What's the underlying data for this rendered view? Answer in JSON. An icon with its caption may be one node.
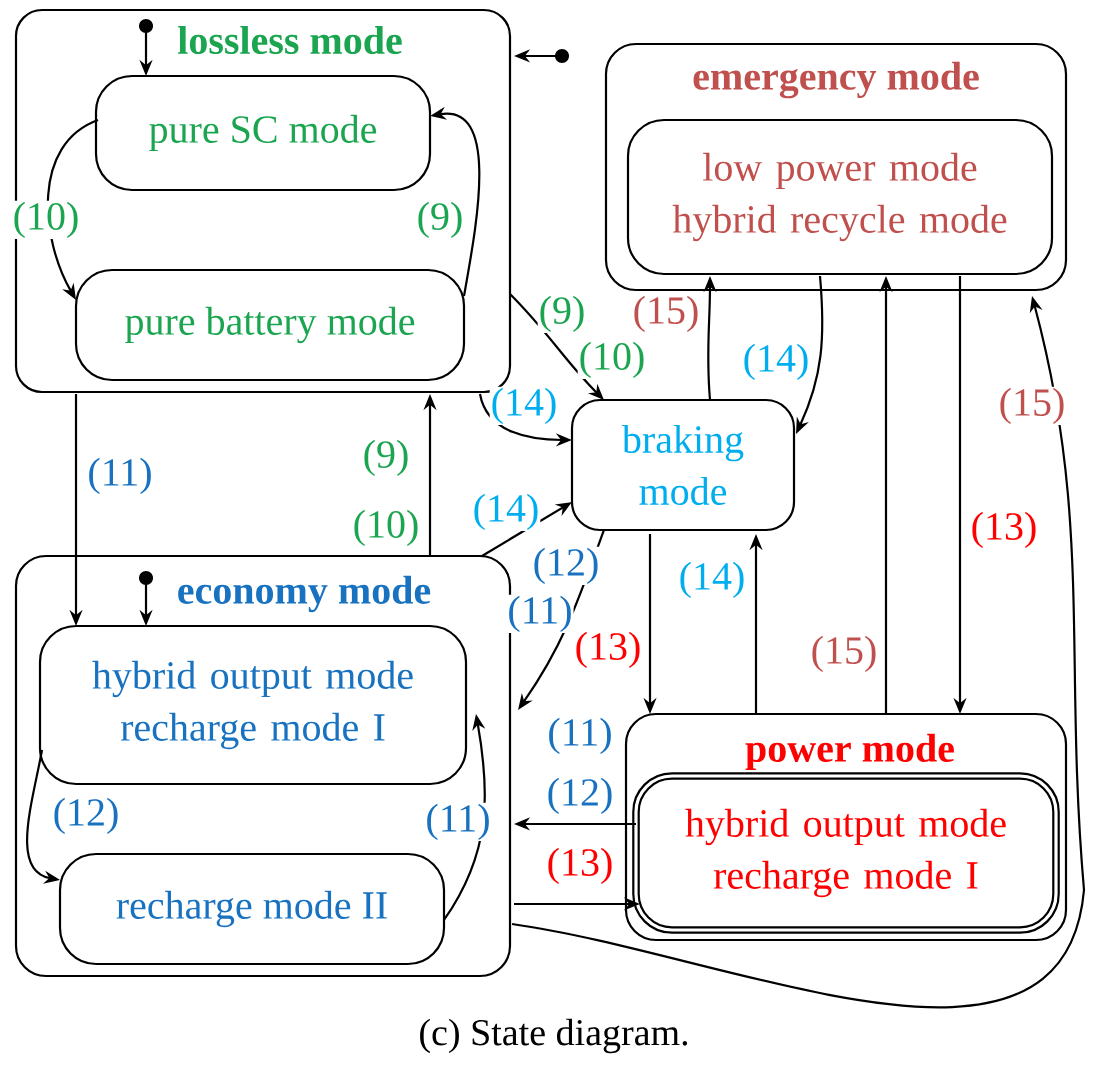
{
  "diagram": {
    "caption": "(c) State diagram.",
    "nodes": [
      {
        "text": [
          "lossless mode"
        ]
      },
      {
        "text": [
          "pure SC mode"
        ],
        "in": 0
      },
      {
        "text": [
          "pure battery mode"
        ],
        "in": 0
      },
      {
        "text": [
          "emergency mode"
        ]
      },
      {
        "text": [
          "low power mode hybrid recycle mode"
        ],
        "in": 3
      },
      {
        "text": [
          "braking mode"
        ]
      },
      {
        "text": [
          "economy mode"
        ]
      },
      {
        "text": [
          "hybrid output mode recharge mode I"
        ],
        "in": 6
      },
      {
        "text": [
          "recharge mode II"
        ],
        "in": 6
      },
      {
        "text": [
          "power mode"
        ]
      },
      {
        "text": [
          "hybrid output mode recharge mode I"
        ],
        "in": 9
      },
      {
        "text": [],
        "shape": "circle",
        "in": 0
      },
      {
        "text": [],
        "shape": "circle",
        "in": 6
      },
      {
        "text": [],
        "shape": "circle"
      }
    ],
    "edges": [
      {
        "from": 1,
        "to": 2,
        "arrow": "to",
        "label": "(10)"
      },
      {
        "from": 2,
        "to": 1,
        "arrow": "to",
        "label": "(9)"
      },
      {
        "from": 11,
        "to": 1,
        "arrow": "to"
      },
      {
        "from": 12,
        "to": 7,
        "arrow": "to"
      },
      {
        "from": 13,
        "to": 0,
        "arrow": "to"
      },
      {
        "from": 0,
        "to": 5,
        "arrow": "to",
        "label": "(9)"
      },
      {
        "from": 0,
        "to": 5,
        "arrow": "to",
        "label": "(14)"
      },
      {
        "from": 6,
        "to": 5,
        "arrow": "to",
        "label": "(14)"
      },
      {
        "from": 6,
        "to": 0,
        "arrow": "to",
        "label": "(9)"
      },
      {
        "from": 0,
        "to": 7,
        "arrow": "to",
        "label": "(11)"
      },
      {
        "from": 5,
        "to": 6,
        "arrow": "to",
        "label": "(12)"
      },
      {
        "from": 5,
        "to": 9,
        "arrow": "to",
        "label": "(13)"
      },
      {
        "from": 9,
        "to": 5,
        "arrow": "to",
        "label": "(14)"
      },
      {
        "from": 5,
        "to": 4,
        "arrow": "to",
        "label": "(15)"
      },
      {
        "from": 4,
        "to": 5,
        "arrow": "to",
        "label": "(14)"
      },
      {
        "from": 9,
        "to": 4,
        "arrow": "to",
        "label": "(15)"
      },
      {
        "from": 4,
        "to": 9,
        "arrow": "to",
        "label": "(13)"
      },
      {
        "from": 6,
        "to": 3,
        "arrow": "to",
        "label": "(15)"
      },
      {
        "from": 10,
        "to": 6,
        "arrow": "to",
        "label": "(11)"
      },
      {
        "from": 6,
        "to": 10,
        "arrow": "to",
        "label": "(13)"
      },
      {
        "from": 8,
        "to": 7,
        "arrow": "to",
        "label": "(11)"
      },
      {
        "from": 7,
        "to": 8,
        "arrow": "to",
        "label": "(12)"
      }
    ],
    "labels": [
      "(10)",
      "(10)",
      "(11)",
      "(12)"
    ]
  }
}
